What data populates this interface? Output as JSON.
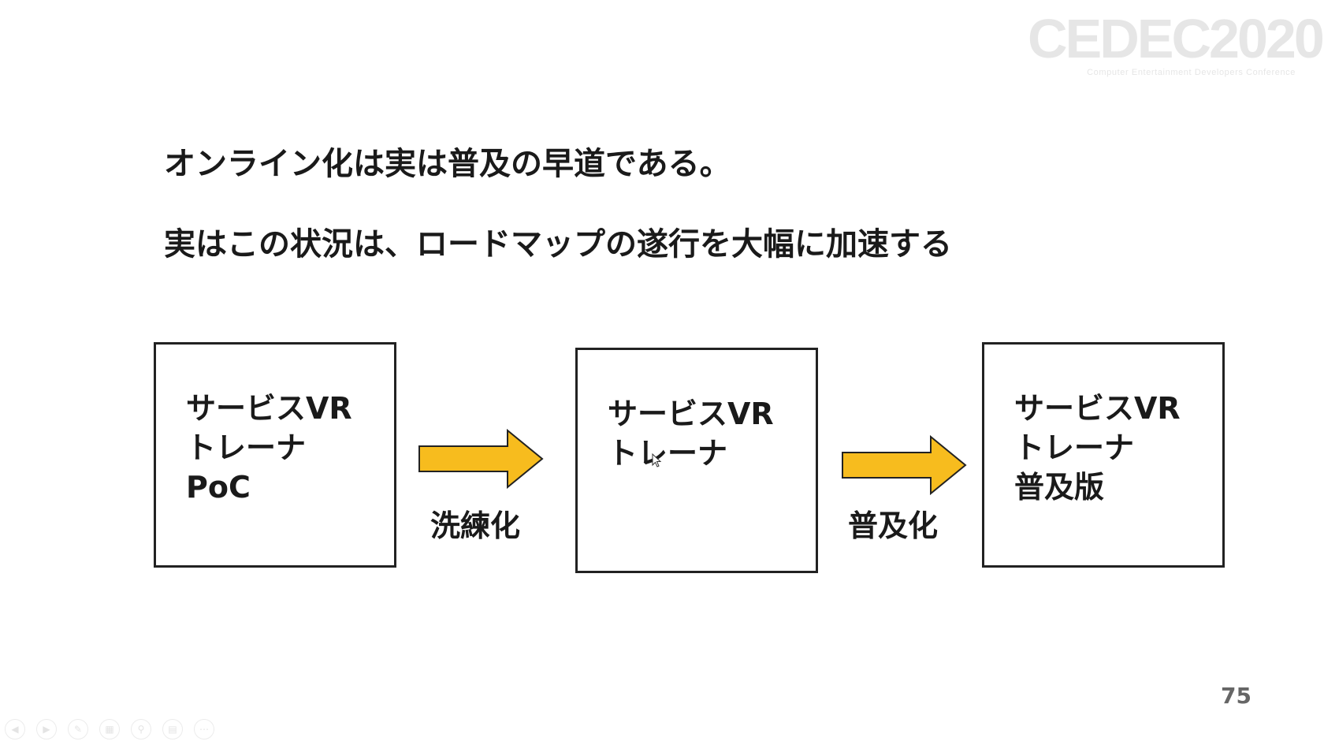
{
  "branding": {
    "logo_text": "CEDEC2020",
    "logo_subtitle": "Computer Entertainment Developers Conference"
  },
  "headlines": [
    "オンライン化は実は普及の早道である。",
    "実はこの状況は、ロードマップの遂行を大幅に加速する"
  ],
  "diagram": {
    "boxes": [
      {
        "lines": [
          "サービスVR",
          "トレーナ",
          "PoC"
        ]
      },
      {
        "lines": [
          "サービスVR",
          "トレーナ"
        ]
      },
      {
        "lines": [
          "サービスVR",
          "トレーナ",
          "普及版"
        ]
      }
    ],
    "arrows": [
      {
        "label": "洗練化"
      },
      {
        "label": "普及化"
      }
    ],
    "arrow_color": "#F7BC1E"
  },
  "page_number": "75",
  "controls": [
    {
      "icon": "previous-icon"
    },
    {
      "icon": "next-icon"
    },
    {
      "icon": "pen-icon"
    },
    {
      "icon": "slides-icon"
    },
    {
      "icon": "zoom-icon"
    },
    {
      "icon": "subtitles-icon"
    },
    {
      "icon": "more-icon"
    }
  ]
}
